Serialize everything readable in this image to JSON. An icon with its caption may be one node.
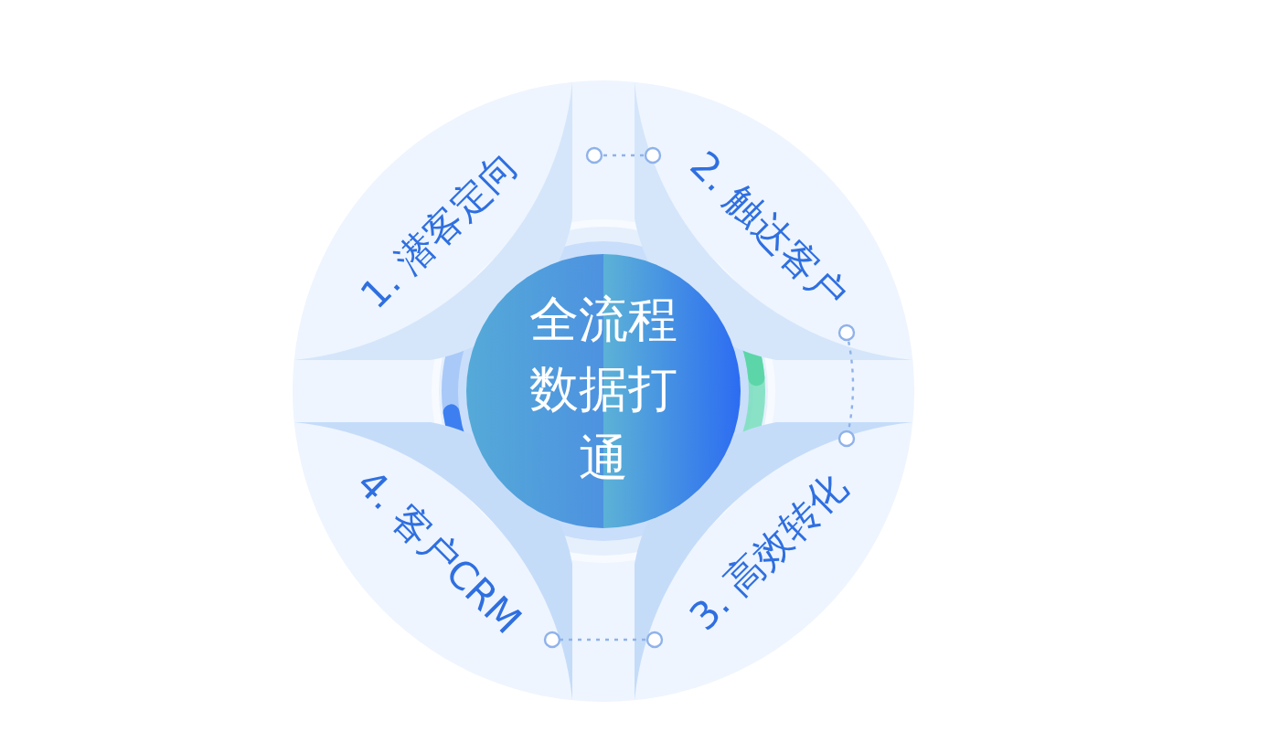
{
  "diagram": {
    "nodes": [
      {
        "text": [
          "1. 潜客定向"
        ]
      },
      {
        "text": [
          "2. 触达客户"
        ]
      },
      {
        "text": [
          "3. 高效转化"
        ]
      },
      {
        "text": [
          "4. 客户CRM"
        ]
      },
      {
        "text": [
          "全流程数据打通"
        ]
      }
    ],
    "edges": [
      {
        "from": 0,
        "to": 1,
        "arrow": "other",
        "style": "dashed"
      },
      {
        "from": 1,
        "to": 2,
        "arrow": "other",
        "style": "dashed"
      },
      {
        "from": 2,
        "to": 3,
        "arrow": "other",
        "style": "dashed"
      }
    ]
  }
}
